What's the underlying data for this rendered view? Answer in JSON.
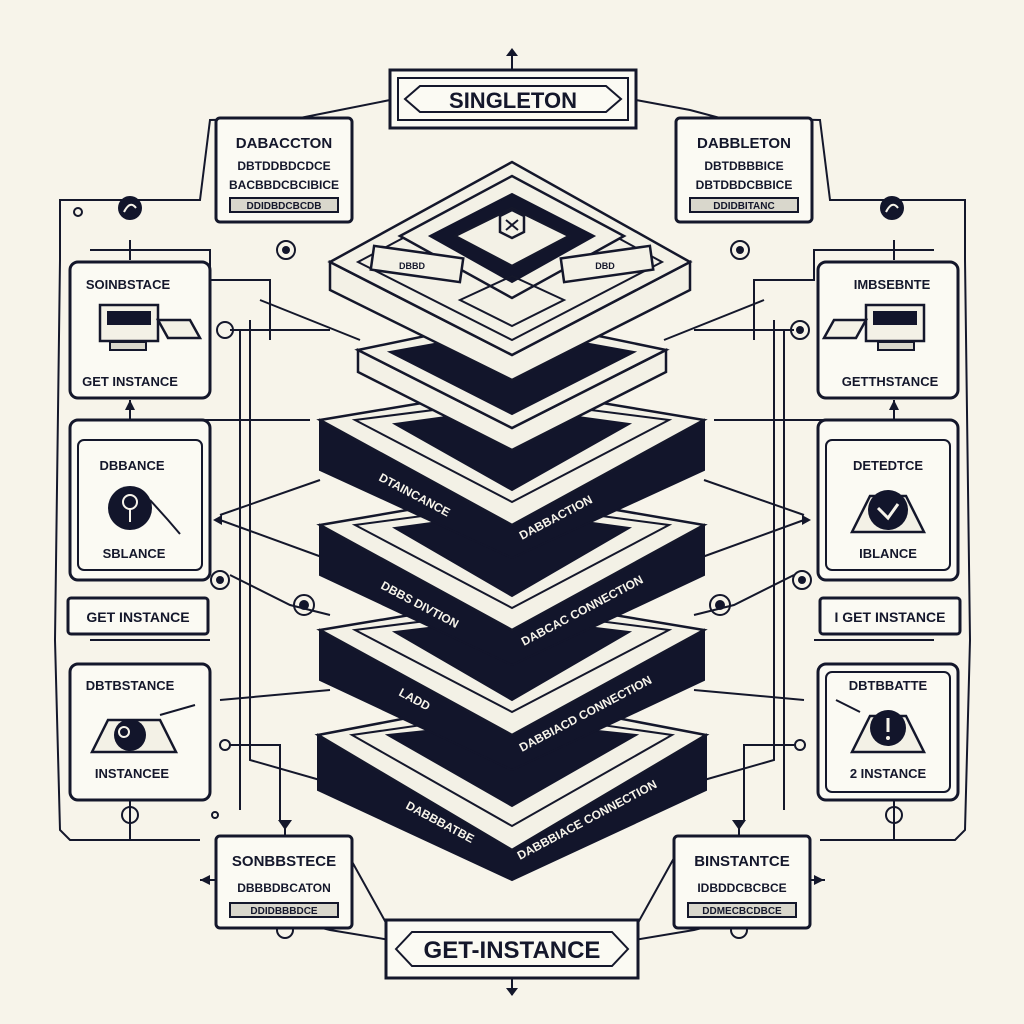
{
  "header": {
    "title": "SINGLETON"
  },
  "footer": {
    "title": "GET-INSTANCE"
  },
  "cards": {
    "top_left": {
      "title": "DABACCTON",
      "line1": "DBTDDBDCDCE",
      "line2": "BACBBDCBCIBICE",
      "line3": "DDIDBDCBCDB"
    },
    "top_right": {
      "title": "DABBLETON",
      "line1": "DBTDBBBICE",
      "line2": "DBTDBDCBBICE",
      "line3": "DDIDBITANC"
    },
    "bottom_left": {
      "title": "SONBBSTECE",
      "line1": "DBBBDBCATON",
      "line2": "DDIDBBBDCE"
    },
    "bottom_right": {
      "title": "BINSTANTCE",
      "line1": "IDBDDCBCBCE",
      "line2": "DDMECBCDBCE"
    }
  },
  "side_left": {
    "box1": {
      "title": "SOINBSTACE",
      "caption": "GET INSTANCE"
    },
    "box2": {
      "title": "DBBANCE",
      "caption": "SBLANCE"
    },
    "pill": "GET INSTANCE",
    "box3": {
      "title": "DBTBSTANCE",
      "caption": "INSTANCEE"
    }
  },
  "side_right": {
    "box1": {
      "title": "IMBSEBNTE",
      "caption": "GETTHSTANCE"
    },
    "box2": {
      "title": "DETEDTCE",
      "caption": "IBLANCE"
    },
    "pill": "I GET INSTANCE",
    "box3": {
      "title": "DBTBBATTE",
      "caption": "2 INSTANCE"
    }
  },
  "stack": {
    "top_left_tab": "DBBD",
    "top_right_tab": "DBD",
    "layer2_left": "DTAINCANCE",
    "layer2_right": "DABBACTION",
    "layer3_left": "DBBS DIVTION",
    "layer3_right": "DABCAC CONNECTION",
    "layer4_left": "LADD",
    "layer4_right": "DABBIACD CONNECTION",
    "layer5_left": "DABBBATBE",
    "layer5_right": "DABBBIACE CONNECTION"
  },
  "icons": [
    "hex-logo-icon",
    "key-icon",
    "checkmark-icon",
    "alert-icon",
    "server-icon",
    "toggle-icon"
  ],
  "colors": {
    "ink": "#14172b",
    "paper": "#f7f4ea"
  }
}
